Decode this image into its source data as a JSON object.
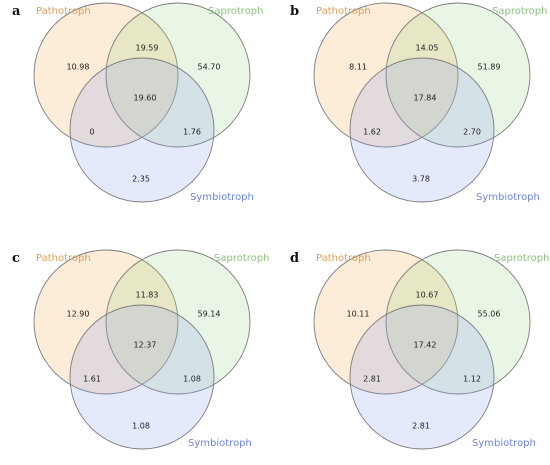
{
  "colors": {
    "pathotroph": "#f3a94c",
    "saprotroph": "#9ed88a",
    "symbiotroph": "#8a9cf0",
    "pathotroph_label": "#d9a25a",
    "saprotroph_label": "#8cc47f",
    "symbiotroph_label": "#6f86d8",
    "outline": "#7b7b7b"
  },
  "labels": {
    "pathotroph": "Pathotroph",
    "saprotroph": "Saprotroph",
    "symbiotroph": "Symbiotroph"
  },
  "panels": [
    {
      "letter": "a",
      "values": {
        "pathotroph_only": "10.98",
        "saprotroph_only": "54.70",
        "symbiotroph_only": "2.35",
        "pathotroph_saprotroph": "19.59",
        "pathotroph_symbiotroph": "0",
        "saprotroph_symbiotroph": "1.76",
        "all_three": "19.60"
      }
    },
    {
      "letter": "b",
      "values": {
        "pathotroph_only": "8.11",
        "saprotroph_only": "51.89",
        "symbiotroph_only": "3.78",
        "pathotroph_saprotroph": "14.05",
        "pathotroph_symbiotroph": "1.62",
        "saprotroph_symbiotroph": "2.70",
        "all_three": "17.84"
      }
    },
    {
      "letter": "c",
      "values": {
        "pathotroph_only": "12.90",
        "saprotroph_only": "59.14",
        "symbiotroph_only": "1.08",
        "pathotroph_saprotroph": "11.83",
        "pathotroph_symbiotroph": "1.61",
        "saprotroph_symbiotroph": "1.08",
        "all_three": "12.37"
      }
    },
    {
      "letter": "d",
      "values": {
        "pathotroph_only": "10.11",
        "saprotroph_only": "55.06",
        "symbiotroph_only": "2.81",
        "pathotroph_saprotroph": "10.67",
        "pathotroph_symbiotroph": "2.81",
        "saprotroph_symbiotroph": "1.12",
        "all_three": "17.42"
      }
    }
  ]
}
